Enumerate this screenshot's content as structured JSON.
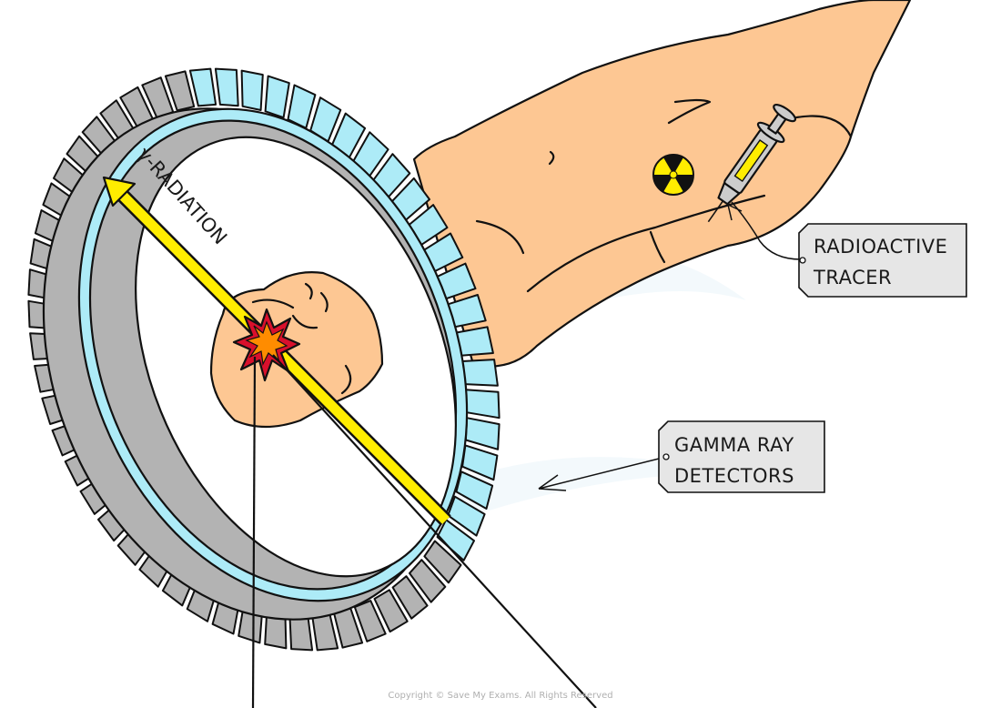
{
  "diagram": {
    "title": "PET scanner with radioactive tracer",
    "labels": {
      "radioactive_tracer": [
        "RADIOACTIVE",
        "TRACER"
      ],
      "gamma_ray_detectors": [
        "GAMMA RAY",
        "DETECTORS"
      ],
      "gamma_radiation": "γ-RADIATION"
    },
    "copyright": "Copyright © Save My Exams. All Rights Reserved",
    "icons": [
      "radiation-trefoil-icon",
      "syringe-icon",
      "explosion-icon",
      "arrow-icon"
    ],
    "colors": {
      "skin": "#FDC793",
      "detector_face": "#ADEBF7",
      "detector_side": "#B3B3B3",
      "ring_inner": "#ADEBF7",
      "beam": "#FFED00",
      "explosion_outer": "#D9102C",
      "explosion_inner": "#FF8C00",
      "label_box": "#E6E6E6",
      "trefoil": "#FFED00",
      "syringe_body": "#CCCCCC"
    }
  }
}
